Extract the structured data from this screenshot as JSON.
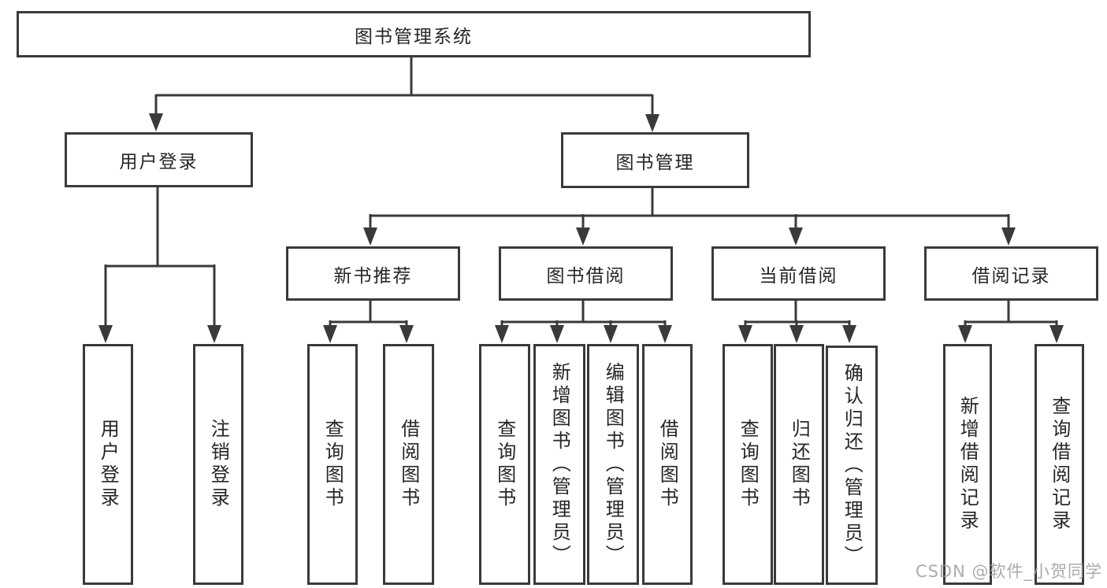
{
  "root": {
    "label": "图书管理系统"
  },
  "level2": {
    "user_login": {
      "label": "用户登录"
    },
    "book_mgmt": {
      "label": "图书管理"
    }
  },
  "level3": {
    "new_books": {
      "label": "新书推荐"
    },
    "borrowing": {
      "label": "图书借阅"
    },
    "current": {
      "label": "当前借阅"
    },
    "records": {
      "label": "借阅记录"
    }
  },
  "leaves": {
    "user_login": {
      "login": "用户登录",
      "logout": "注销登录"
    },
    "new_books": {
      "query": "查询图书",
      "borrow": "借阅图书"
    },
    "borrowing": {
      "query": "查询图书",
      "add": "新增图书（管理员）",
      "edit": "编辑图书（管理员）",
      "borrow": "借阅图书"
    },
    "current": {
      "query": "查询图书",
      "return": "归还图书",
      "confirm": "确认归还（管理员）"
    },
    "records": {
      "add": "新增借阅记录",
      "query": "查询借阅记录"
    }
  },
  "watermark": "CSDN @软件_小贺同学",
  "colors": {
    "line": "#3a3a3a",
    "text": "#262626",
    "watermark": "#9d9d9d",
    "background": "#ffffff"
  }
}
